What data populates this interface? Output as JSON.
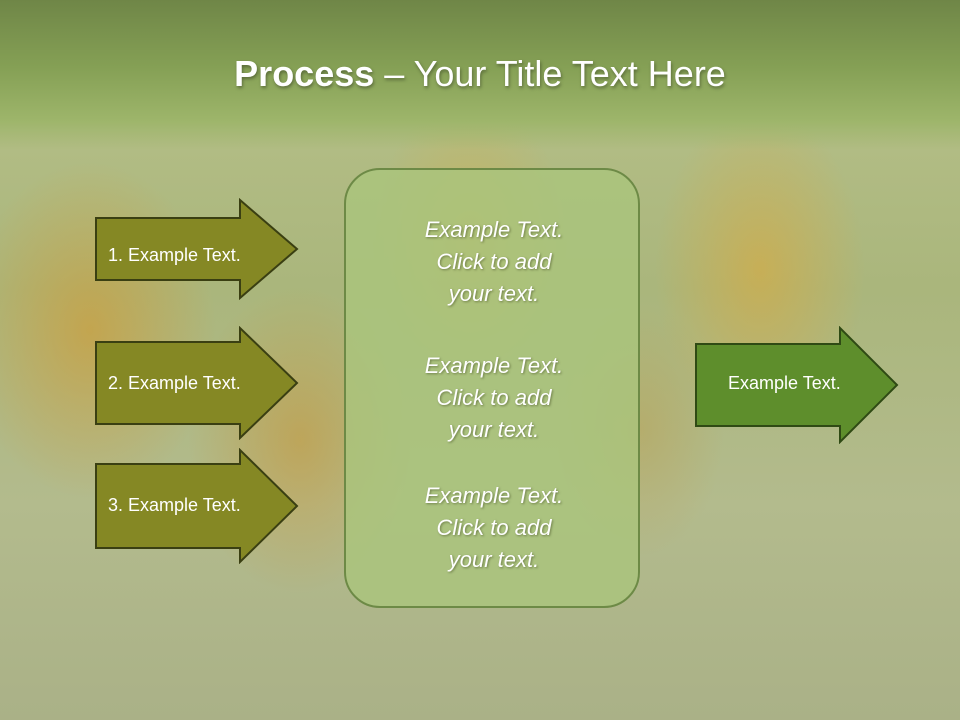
{
  "title": {
    "bold_part": "Process",
    "rest": " – Your Title Text Here"
  },
  "left_arrows": [
    {
      "label": "1. Example Text."
    },
    {
      "label": "2. Example Text."
    },
    {
      "label": "3. Example Text."
    }
  ],
  "center_box": {
    "items": [
      {
        "text": "Example Text.\nClick  to add\nyour text."
      },
      {
        "text": "Example Text.\nClick  to add\nyour text."
      },
      {
        "text": "Example Text.\nClick  to add\nyour text."
      }
    ]
  },
  "right_arrow": {
    "label": "Example Text."
  },
  "colors": {
    "left_arrow_fill": "#858824",
    "right_arrow_fill": "#5e8e2c",
    "center_box_fill": "#aac47d",
    "title_band": "#7f9a50"
  }
}
